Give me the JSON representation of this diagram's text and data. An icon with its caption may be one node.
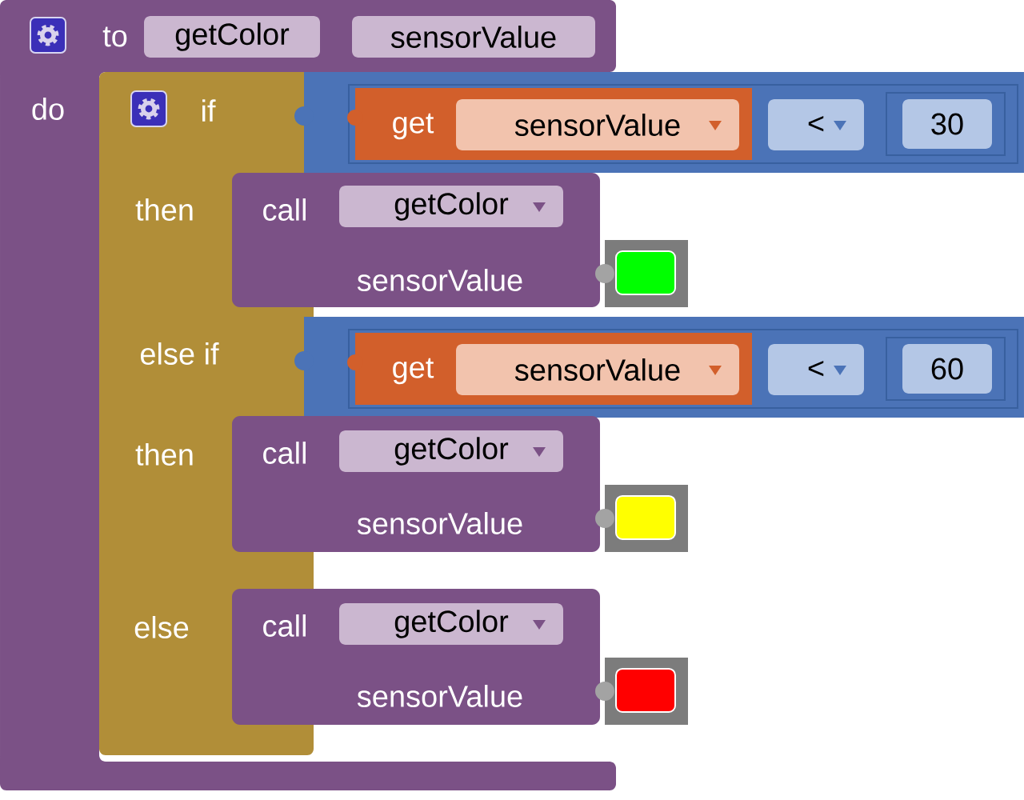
{
  "diagram": {
    "nodes": [
      {
        "text": [
          "to",
          "do"
        ]
      },
      {
        "text": [
          "getColor"
        ],
        "in": 0
      },
      {
        "text": [
          "sensorValue"
        ],
        "in": 0
      },
      {
        "text": [
          "if",
          "then",
          "else if",
          "then",
          "else"
        ],
        "in": 0
      },
      {
        "text": [],
        "shape": "box"
      },
      {
        "text": [
          "get"
        ],
        "in": 4
      },
      {
        "text": [
          "sensorValue"
        ],
        "in": 5
      },
      {
        "text": [
          "<"
        ],
        "in": 4
      },
      {
        "text": [
          "30"
        ],
        "in": 4
      },
      {
        "text": [
          "call",
          "sensorValue"
        ]
      },
      {
        "text": [
          "getColor"
        ],
        "in": 9
      },
      {
        "text": [],
        "shape": "box"
      },
      {
        "text": [],
        "shape": "box"
      },
      {
        "text": [
          "get"
        ],
        "in": 12
      },
      {
        "text": [
          "sensorValue"
        ],
        "in": 13
      },
      {
        "text": [
          "<"
        ],
        "in": 12
      },
      {
        "text": [
          "60"
        ],
        "in": 12
      },
      {
        "text": [
          "call",
          "sensorValue"
        ]
      },
      {
        "text": [
          "getColor"
        ],
        "in": 17
      },
      {
        "text": [],
        "shape": "box"
      },
      {
        "text": [
          "call",
          "sensorValue"
        ]
      },
      {
        "text": [
          "getColor"
        ],
        "in": 20
      },
      {
        "text": [],
        "shape": "box"
      }
    ]
  }
}
